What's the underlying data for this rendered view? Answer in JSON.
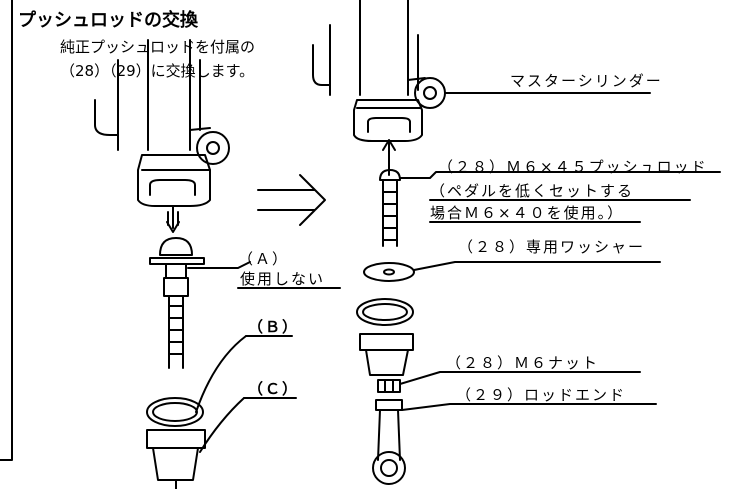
{
  "heading": {
    "title": "プッシュロッドの交換",
    "line1": "純正プッシュロッドを付属の",
    "line2": "（28）（29）に交換します。"
  },
  "left_labels": {
    "a_1": "（Ａ）",
    "a_2": "使用しない",
    "b": "（Ｂ）",
    "c": "（Ｃ）"
  },
  "right_labels": {
    "master_cylinder": "マスターシリンダー",
    "rod_1": "（２８）Ｍ６×４５プッシュロッド",
    "rod_2": "（ペダルを低くセットする",
    "rod_3": "場合Ｍ６×４０を使用。）",
    "washer": "（２８）専用ワッシャー",
    "nut": "（２８）Ｍ６ナット",
    "rod_end": "（２９）ロッドエンド"
  }
}
